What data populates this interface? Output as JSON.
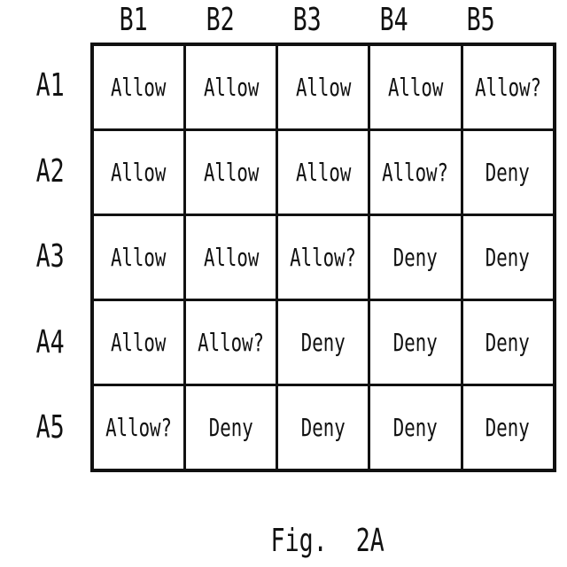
{
  "figure": {
    "caption": "Fig.  2A",
    "column_headers": [
      "B1",
      "B2",
      "B3",
      "B4",
      "B5"
    ],
    "row_headers": [
      "A1",
      "A2",
      "A3",
      "A4",
      "A5"
    ],
    "grid": {
      "rows": [
        [
          "Allow",
          "Allow",
          "Allow",
          "Allow",
          "Allow?"
        ],
        [
          "Allow",
          "Allow",
          "Allow",
          "Allow?",
          "Deny"
        ],
        [
          "Allow",
          "Allow",
          "Allow?",
          "Deny",
          "Deny"
        ],
        [
          "Allow",
          "Allow?",
          "Deny",
          "Deny",
          "Deny"
        ],
        [
          "Allow?",
          "Deny",
          "Deny",
          "Deny",
          "Deny"
        ]
      ]
    },
    "colors": {
      "background": "#ffffff",
      "text": "#111111",
      "border": "#111111"
    }
  }
}
